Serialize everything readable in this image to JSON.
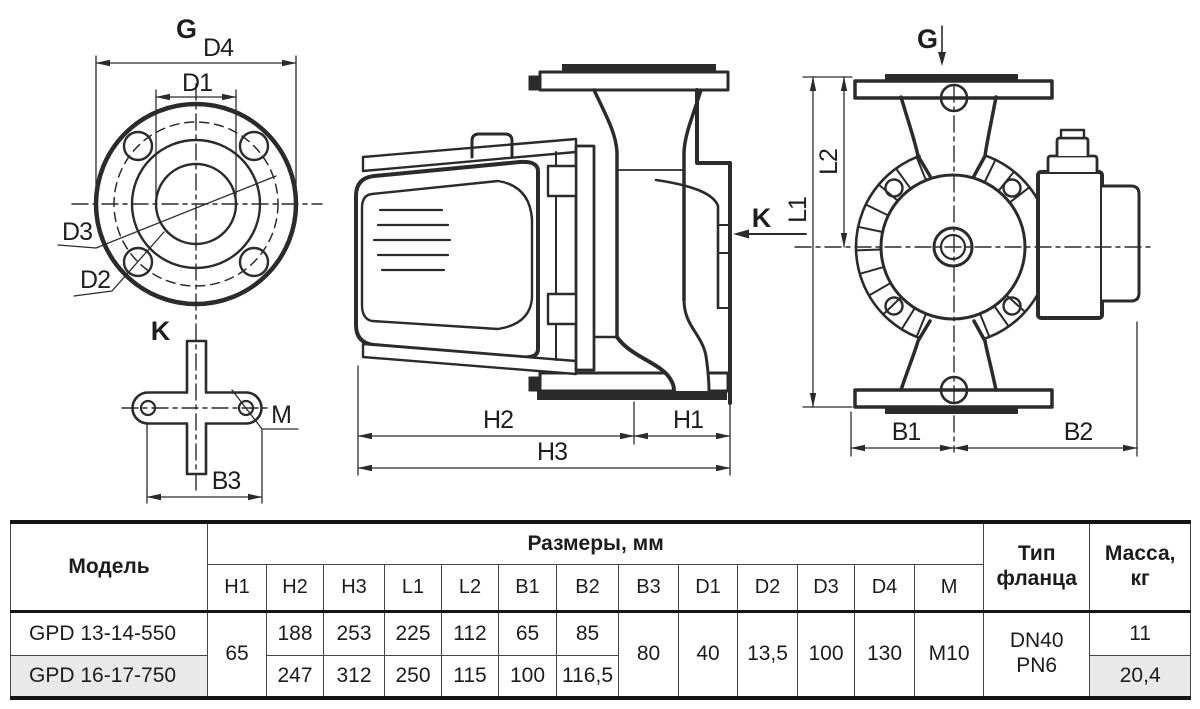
{
  "drawing": {
    "flange_front_view": {
      "view_label": "G",
      "dim_d4": "D4",
      "dim_d1": "D1",
      "dim_d3": "D3",
      "dim_d2": "D2"
    },
    "flange_bottom_view": {
      "view_label": "K",
      "dim_m": "M",
      "dim_b3": "B3"
    },
    "side_view": {
      "section_label": "K",
      "dim_h1": "H1",
      "dim_h2": "H2",
      "dim_h3": "H3"
    },
    "rear_view": {
      "view_label": "G",
      "dim_l1": "L1",
      "dim_l2": "L2",
      "dim_b1": "B1",
      "dim_b2": "B2"
    }
  },
  "table": {
    "model_header": "Модель",
    "dims_header": "Размеры, мм",
    "flange_header": "Тип\nфланца",
    "mass_header": "Масса,\nкг",
    "dim_columns": [
      "H1",
      "H2",
      "H3",
      "L1",
      "L2",
      "B1",
      "B2",
      "B3",
      "D1",
      "D2",
      "D3",
      "D4",
      "M"
    ],
    "shared": {
      "h1": "65",
      "b3": "80",
      "d1": "40",
      "d2": "13,5",
      "d3": "100",
      "d4": "130",
      "m": "M10",
      "flange_type": "DN40\nPN6"
    },
    "rows": [
      {
        "model": "GPD 13-14-550",
        "h2": "188",
        "h3": "253",
        "l1": "225",
        "l2": "112",
        "b1": "65",
        "b2": "85",
        "mass": "11"
      },
      {
        "model": "GPD 16-17-750",
        "h2": "247",
        "h3": "312",
        "l1": "250",
        "l2": "115",
        "b1": "100",
        "b2": "116,5",
        "mass": "20,4"
      }
    ]
  },
  "colors": {
    "line": "#2b2b2b",
    "highlight_row": "#e9e9e9"
  }
}
